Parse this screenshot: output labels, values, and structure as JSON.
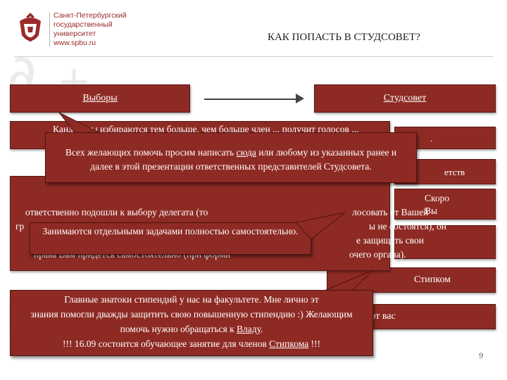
{
  "header": {
    "university_lines": [
      "Санкт-Петербургский",
      "государственный",
      "университет",
      "www.spbu.ru"
    ],
    "title": "КАК ПОПАСТЬ В СТУДСОВЕТ?"
  },
  "flow": {
    "elections_label": "Выборы",
    "studsovet_label": "Студсовет"
  },
  "right_blocks": {
    "stipkom_label": "Стипком",
    "depends_label": "зависит и от вас",
    "fragment_top": ".",
    "fragment_ets": "етств",
    "fragment_skoro": "Скоро",
    "fragment_vy": "Вы"
  },
  "texts": {
    "back_text_1": "Кандидаты избираются тем больше, чем больше член ... получит голосов ...",
    "callout_all_part1": "Всех желающих помочь просим написать ",
    "callout_all_link": "сюда",
    "callout_all_part2": " или любому из указанных ранее и далее в этой презентации ответственных представителей Студсовета.",
    "delegate_line1": "ответственно подошли к выбору делегата (то",
    "delegate_line1b": "лосовать от Вашей",
    "delegate_line2a": "гр",
    "delegate_line2b": "ы не состоятся), он",
    "delegate_line3b": "е защищать свои",
    "delegate_line4a": "права Вам придётся самостоятельно (при форми",
    "delegate_line4b": "очего органа).",
    "callout_tasks": "Занимаются отдельными задачами полностью самостоятельно.",
    "callout_stip_part1": "Главные знатоки стипендий у нас на факультете. Мне лично эт",
    "callout_stip_part2": "знания помогли дважды защитить свою повышенную стипендию :) Желающим помочь нужно обращаться к ",
    "callout_stip_link": "Владу",
    "callout_stip_part3": ".",
    "callout_stip_part4": "!!! 16.09 состоится обучающее занятие для членов ",
    "callout_stip_link2": "Стипкома",
    "callout_stip_part5": " !!!"
  },
  "page_number": "9",
  "colors": {
    "block_red": "#8e2a24",
    "logo_red": "#9b2a2a"
  }
}
